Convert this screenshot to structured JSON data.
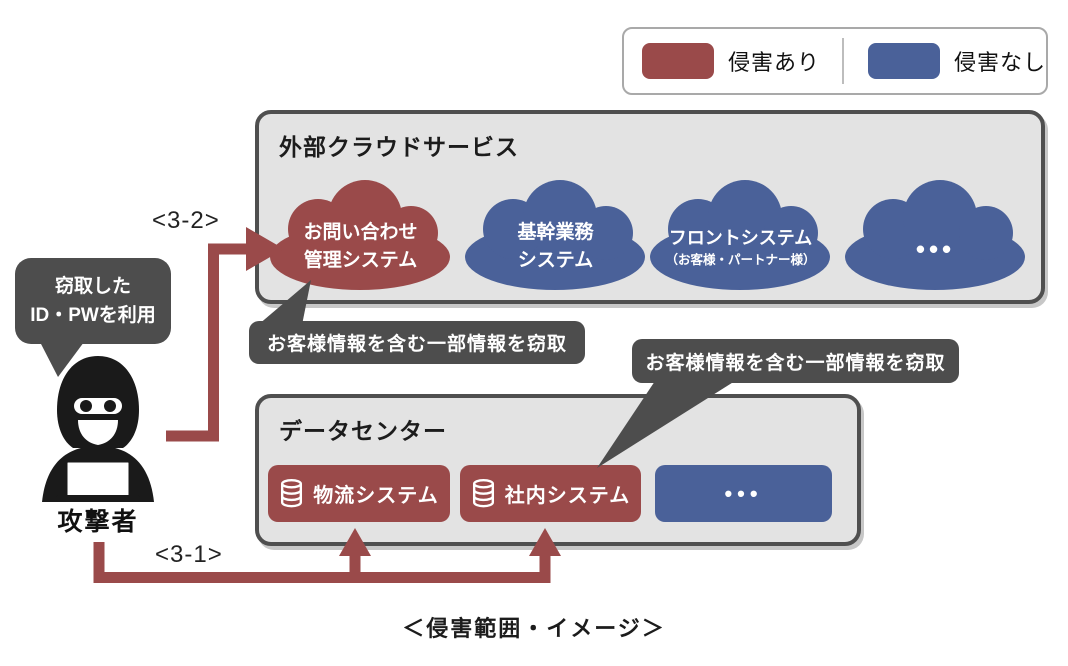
{
  "legend": {
    "compromised_label": "侵害あり",
    "safe_label": "侵害なし"
  },
  "cloud_section": {
    "title": "外部クラウドサービス",
    "clouds": [
      {
        "status": "compromised",
        "lines": [
          "お問い合わせ",
          "管理システム"
        ]
      },
      {
        "status": "safe",
        "lines": [
          "基幹業務",
          "システム"
        ]
      },
      {
        "status": "safe",
        "lines": [
          "フロントシステム",
          "（お客様・パートナー様）"
        ]
      },
      {
        "status": "safe",
        "lines": [
          "•••"
        ]
      }
    ]
  },
  "datacenter_section": {
    "title": "データセンター",
    "systems": [
      {
        "status": "compromised",
        "icon": "database-icon",
        "label": "物流システム"
      },
      {
        "status": "compromised",
        "icon": "database-icon",
        "label": "社内システム"
      },
      {
        "status": "safe",
        "label": "•••"
      }
    ]
  },
  "attacker": {
    "label": "攻撃者",
    "bubble_lines": [
      "窃取した",
      "ID・PWを利用"
    ]
  },
  "callouts": {
    "cloud_theft": "お客様情報を含む一部情報を窃取",
    "datacenter_theft": "お客様情報を含む一部情報を窃取"
  },
  "steps": {
    "s32": "<3-2>",
    "s31": "<3-1>"
  },
  "caption": "＜侵害範囲・イメージ＞",
  "colors": {
    "compromised": "#9A4A4A",
    "safe": "#4A6199",
    "callout_bg": "#4D4D4D",
    "container_bg": "#E3E3E3",
    "container_border": "#4F4F4F",
    "arrow": "#9A4A4A",
    "ink": "#1A1A1A"
  }
}
